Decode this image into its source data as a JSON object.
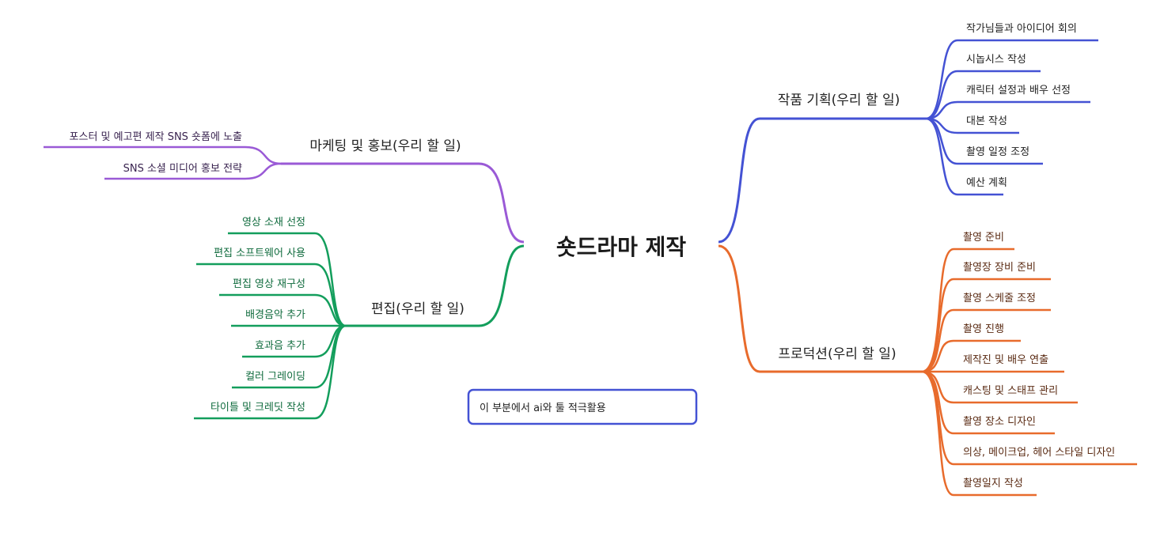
{
  "root": {
    "label": "숏드라마 제작"
  },
  "colors": {
    "planning": "#4452d4",
    "production": "#e86b2c",
    "marketing": "#9a5ad6",
    "editing": "#139e5c",
    "note_border": "#4452d4",
    "leaf_text_planning": "#222222",
    "leaf_text_production": "#5a2a12",
    "leaf_text_marketing": "#3a2450",
    "leaf_text_editing": "#0f6b3d"
  },
  "branches": {
    "planning": {
      "label": "작품 기획(우리 할 일)",
      "items": [
        "작가님들과 아이디어 회의",
        "시놉시스 작성",
        "캐릭터 설정과 배우 선정",
        "대본 작성",
        "촬영 일정 조정",
        "예산 계획"
      ]
    },
    "production": {
      "label": "프로덕션(우리 할 일)",
      "items": [
        "촬영 준비",
        "촬영장 장비 준비",
        "촬영 스케줄 조정",
        "촬영 진행",
        "제작진 및 배우 연출",
        "캐스팅 및 스태프 관리",
        "촬영 장소 디자인",
        "의상, 메이크업, 헤어 스타일 디자인",
        "촬영일지 작성"
      ]
    },
    "marketing": {
      "label": "마케팅 및 홍보(우리 할 일)",
      "items": [
        "포스터 및 예고편 제작 SNS 숏폼에 노출",
        "SNS 소셜 미디어 홍보 전략"
      ]
    },
    "editing": {
      "label": "편집(우리 할 일)",
      "items": [
        "영상 소재 선정",
        "편집 소프트웨어 사용",
        "편집 영상 재구성",
        "배경음악 추가",
        "효과음 추가",
        "컬러 그레이딩",
        "타이틀 및 크레딧 작성"
      ]
    }
  },
  "note": {
    "label": "이 부분에서 ai와 툴 적극활용"
  }
}
